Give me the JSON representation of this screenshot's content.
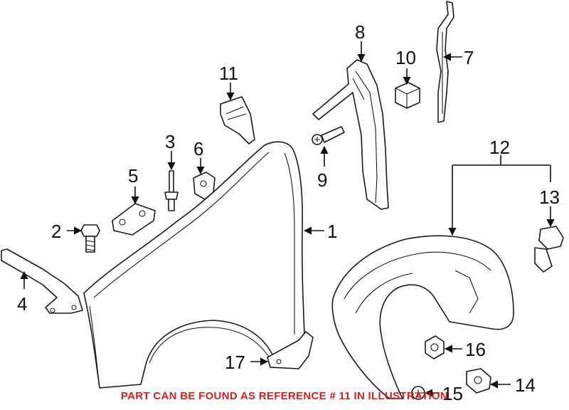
{
  "callouts": [
    "1",
    "2",
    "3",
    "4",
    "5",
    "6",
    "7",
    "8",
    "9",
    "10",
    "11",
    "12",
    "13",
    "14",
    "15",
    "16",
    "17"
  ],
  "footer_note": "PART CAN BE FOUND AS REFERENCE # 11 IN ILLUSTRATION",
  "colors": {
    "line": "#1a1a1a",
    "note": "#d81e1e",
    "background": "#ffffff"
  }
}
